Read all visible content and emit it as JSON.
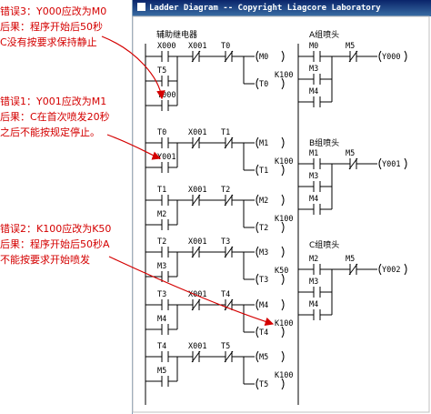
{
  "window": {
    "title": "Ladder Diagram -- Copyright Liagcore Laboratory"
  },
  "section_titles": {
    "aux": "辅助继电器",
    "a": "A组喷头",
    "b": "B组喷头",
    "c": "C组喷头"
  },
  "rungs": [
    {
      "contacts": [
        "X000",
        "X001",
        "T0"
      ],
      "branch": [
        "T5",
        "Y000"
      ],
      "coil": "M0",
      "timer": "T0",
      "timer_k": "K100"
    },
    {
      "contacts": [
        "T0",
        "X001",
        "T1"
      ],
      "branch": [
        "Y001"
      ],
      "coil": "M1",
      "timer": "T1",
      "timer_k": "K100"
    },
    {
      "contacts": [
        "T1",
        "X001",
        "T2"
      ],
      "branch": [
        "M2"
      ],
      "coil": "M2",
      "timer": "T2",
      "timer_k": "K100"
    },
    {
      "contacts": [
        "T2",
        "X001",
        "T3"
      ],
      "branch": [
        "M3"
      ],
      "coil": "M3",
      "timer": "T3",
      "timer_k": "K50"
    },
    {
      "contacts": [
        "T3",
        "X001",
        "T4"
      ],
      "branch": [
        "M4"
      ],
      "coil": "M4",
      "timer": "T4",
      "timer_k": "K100"
    },
    {
      "contacts": [
        "T4",
        "X001",
        "T5"
      ],
      "branch": [
        "M5"
      ],
      "coil": "M5",
      "timer": "T5",
      "timer_k": "K100"
    }
  ],
  "outputs": [
    {
      "contacts": [
        "M0",
        "M5"
      ],
      "branch": [
        "M3",
        "M4"
      ],
      "coil": "Y000"
    },
    {
      "contacts": [
        "M1",
        "M5"
      ],
      "branch": [
        "M3",
        "M4"
      ],
      "coil": "Y001"
    },
    {
      "contacts": [
        "M2",
        "M5"
      ],
      "branch": [
        "M3",
        "M4"
      ],
      "coil": "Y002"
    }
  ],
  "annotations": {
    "err3": [
      "错误3：Y000应改为M0",
      "后果：程序开始后50秒",
      "C没有按要求保持静止"
    ],
    "err1": [
      "错误1：Y001应改为M1",
      "后果：C在首次喷发20秒",
      "之后不能按规定停止。"
    ],
    "err2": [
      "错误2：K100应改为K50",
      "后果：程序开始后50秒A",
      "不能按要求开始喷发"
    ]
  },
  "colors": {
    "annotation": "#d40000",
    "titlebar": "#0a246a",
    "rail": "#000000"
  }
}
